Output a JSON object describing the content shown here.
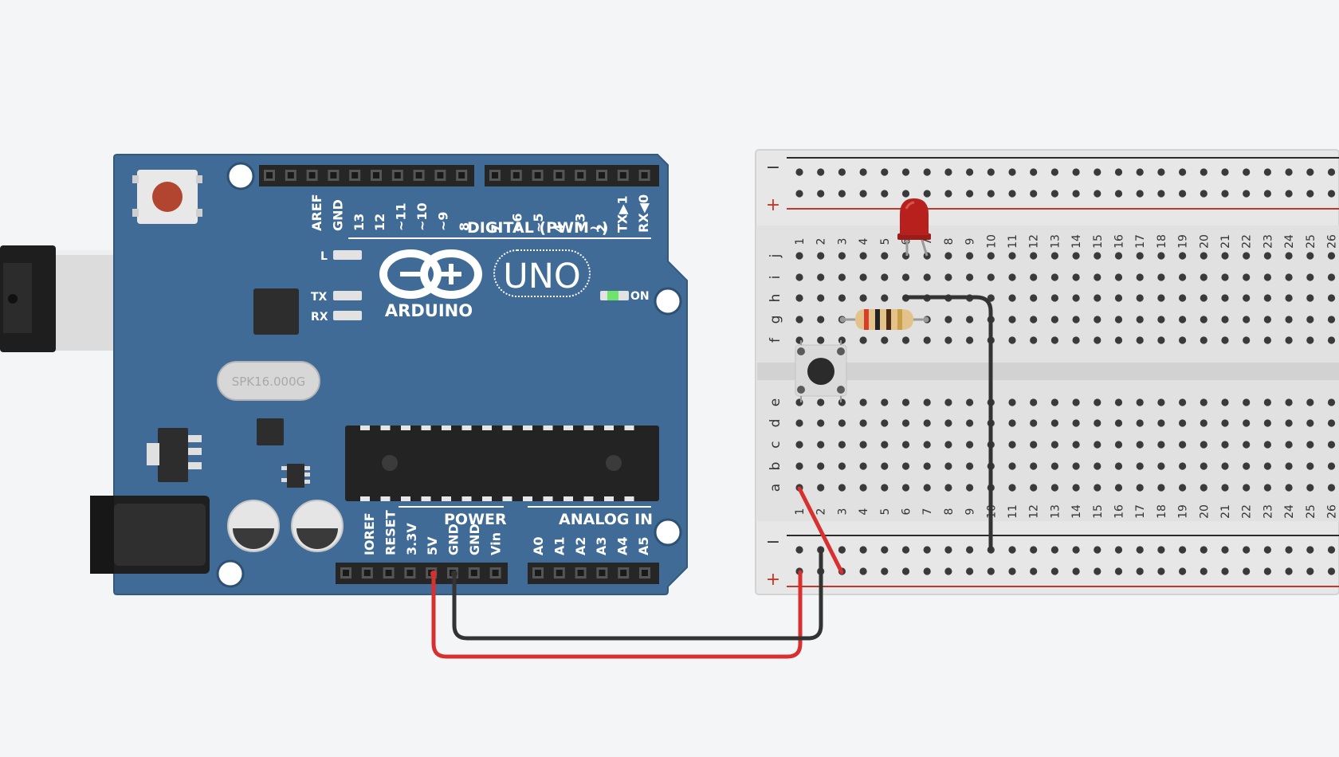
{
  "arduino": {
    "brand": "ARDUINO",
    "model": "UNO",
    "crystal_label": "SPK16.000G",
    "on_label": "ON",
    "led_labels": {
      "l": "L",
      "tx": "TX",
      "rx": "RX"
    },
    "digital_header_label": "DIGITAL (PWM~)",
    "power_header_label": "POWER",
    "analog_header_label": "ANALOG IN",
    "top_pins_left": [
      "AREF",
      "GND",
      "13",
      "12",
      "~11",
      "~10",
      "~9",
      "8"
    ],
    "top_pins_right": [
      "7",
      "~6",
      "~5",
      "4",
      "~3",
      "2",
      "TX▶1",
      "RX◀0"
    ],
    "power_pins": [
      "IOREF",
      "RESET",
      "3.3V",
      "5V",
      "GND",
      "GND",
      "Vin"
    ],
    "analog_pins": [
      "A0",
      "A1",
      "A2",
      "A3",
      "A4",
      "A5"
    ]
  },
  "breadboard": {
    "rail_minus": "−",
    "rail_plus": "+",
    "columns": [
      "1",
      "2",
      "3",
      "4",
      "5",
      "6",
      "7",
      "8",
      "9",
      "10",
      "11",
      "12",
      "13",
      "14",
      "15",
      "16",
      "17",
      "18",
      "19",
      "20",
      "21",
      "22",
      "23",
      "24",
      "25",
      "26"
    ],
    "rows_top": [
      "j",
      "i",
      "h",
      "g",
      "f"
    ],
    "rows_bottom": [
      "e",
      "d",
      "c",
      "b",
      "a"
    ]
  },
  "colors": {
    "board_blue": "#3f6b96",
    "wire_red": "#d8302f",
    "wire_black": "#333333",
    "led_red": "#b8201d",
    "rail_red": "#c0392b",
    "rail_black": "#2b2b2b",
    "power_led": "#6fe36a"
  }
}
